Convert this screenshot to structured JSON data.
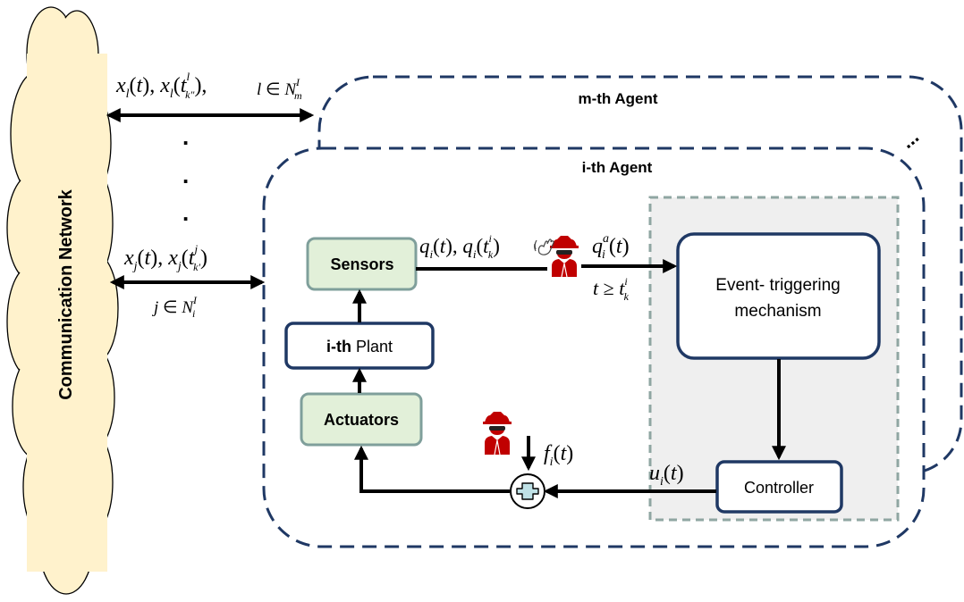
{
  "cloud": {
    "label": "Communication Network"
  },
  "agents": {
    "m_label": "m-th Agent",
    "i_label": "i-th Agent"
  },
  "blocks": {
    "sensors": "Sensors",
    "plant_bold": "i-th",
    "plant_rest": " Plant",
    "actuators": "Actuators",
    "etm_line1": "Event- triggering",
    "etm_line2": "mechanism",
    "controller": "Controller"
  },
  "continuation": {
    "vertical_dots": ".",
    "diagonal_dots": "..."
  },
  "colors": {
    "navy": "#1f3864",
    "block_fill": "#e2f0d9",
    "block_border": "#7f9f9b",
    "shade_fill": "#efefef",
    "shade_border": "#8fa6a2",
    "cloud_fill": "#fff2cc",
    "attacker_red": "#c00000",
    "sum_fill": "#bfe1e6"
  },
  "icons": [
    "attacker-icon",
    "signal-wave-icon",
    "summing-junction-icon"
  ]
}
